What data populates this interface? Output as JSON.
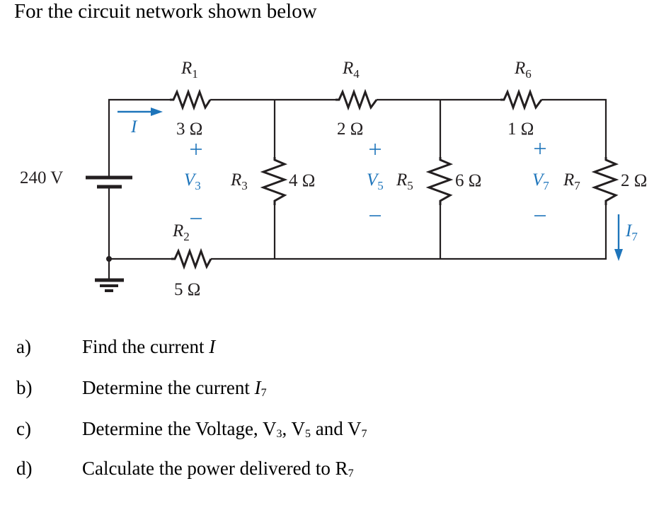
{
  "intro": "For the circuit network shown below",
  "circuit": {
    "source": {
      "label": "240 V"
    },
    "current_I": {
      "label": "I",
      "direction": "right"
    },
    "current_I7": {
      "label": "I",
      "sub": "7",
      "direction": "down"
    },
    "resistors": [
      {
        "id": "R1",
        "name": "R",
        "sub": "1",
        "value": "3 Ω",
        "orientation": "horizontal"
      },
      {
        "id": "R2",
        "name": "R",
        "sub": "2",
        "value": "5 Ω",
        "orientation": "horizontal"
      },
      {
        "id": "R3",
        "name": "R",
        "sub": "3",
        "value": "4 Ω",
        "orientation": "vertical"
      },
      {
        "id": "R4",
        "name": "R",
        "sub": "4",
        "value": "2 Ω",
        "orientation": "horizontal"
      },
      {
        "id": "R5",
        "name": "R",
        "sub": "5",
        "value": "6 Ω",
        "orientation": "vertical"
      },
      {
        "id": "R6",
        "name": "R",
        "sub": "6",
        "value": "1 Ω",
        "orientation": "horizontal"
      },
      {
        "id": "R7",
        "name": "R",
        "sub": "7",
        "value": "2 Ω",
        "orientation": "vertical"
      }
    ],
    "voltages": [
      {
        "id": "V3",
        "name": "V",
        "sub": "3",
        "plus": "+",
        "minus": "–"
      },
      {
        "id": "V5",
        "name": "V",
        "sub": "5",
        "plus": "+",
        "minus": "–"
      },
      {
        "id": "V7",
        "name": "V",
        "sub": "7",
        "plus": "+",
        "minus": "–"
      }
    ],
    "colors": {
      "annotation": "#1e75bb",
      "wire": "#231f20"
    }
  },
  "questions": [
    {
      "letter": "a)",
      "text": "Find the current ",
      "var": "I",
      "var_sub": ""
    },
    {
      "letter": "b)",
      "text": "Determine the current ",
      "var": "I",
      "var_sub": "7"
    },
    {
      "letter": "c)",
      "text": "Determine the Voltage, V",
      "t_sub1": "3",
      "t_mid1": ", V",
      "t_sub2": "5",
      "t_mid2": " and V",
      "t_sub3": "7"
    },
    {
      "letter": "d)",
      "text": "Calculate the power delivered to R",
      "t_sub1": "7"
    }
  ]
}
